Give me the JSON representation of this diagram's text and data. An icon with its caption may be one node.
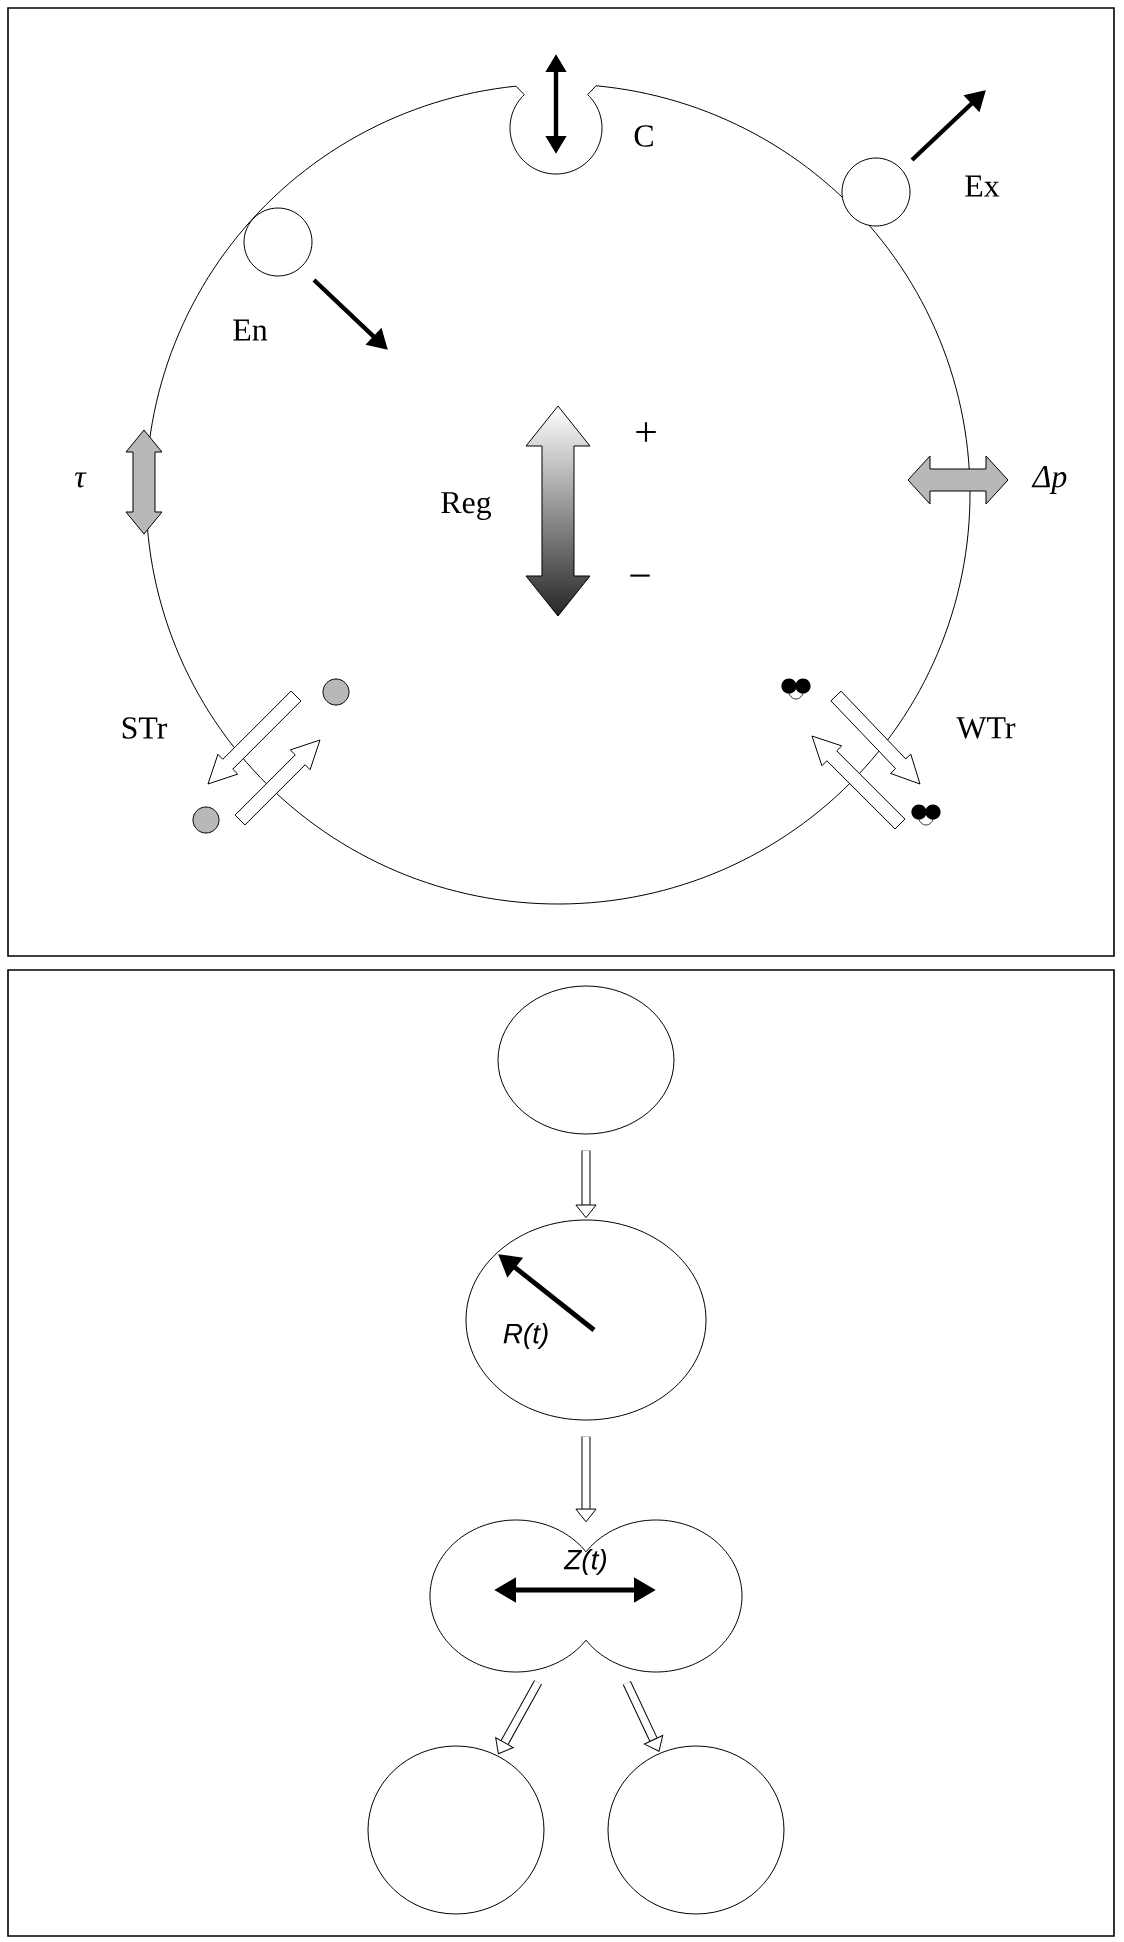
{
  "diagram": {
    "nodes": [
      {
        "text": [],
        "shape": "circle"
      },
      {
        "text": [
          "R(t)"
        ]
      },
      {
        "text": [
          "Z(t)"
        ]
      },
      {
        "text": [],
        "shape": "circle"
      },
      {
        "text": [],
        "shape": "circle"
      }
    ],
    "edges": [
      {
        "from": 0,
        "to": 1,
        "arrow": "to"
      },
      {
        "from": 1,
        "to": 2,
        "arrow": "to"
      },
      {
        "from": 2,
        "to": 3,
        "arrow": "to"
      },
      {
        "from": 2,
        "to": 4,
        "arrow": "to"
      }
    ],
    "labels": [
      "C",
      "Ex",
      "En",
      "τ",
      "Reg",
      "+",
      "−",
      "Δp",
      "STr",
      "WTr"
    ]
  }
}
